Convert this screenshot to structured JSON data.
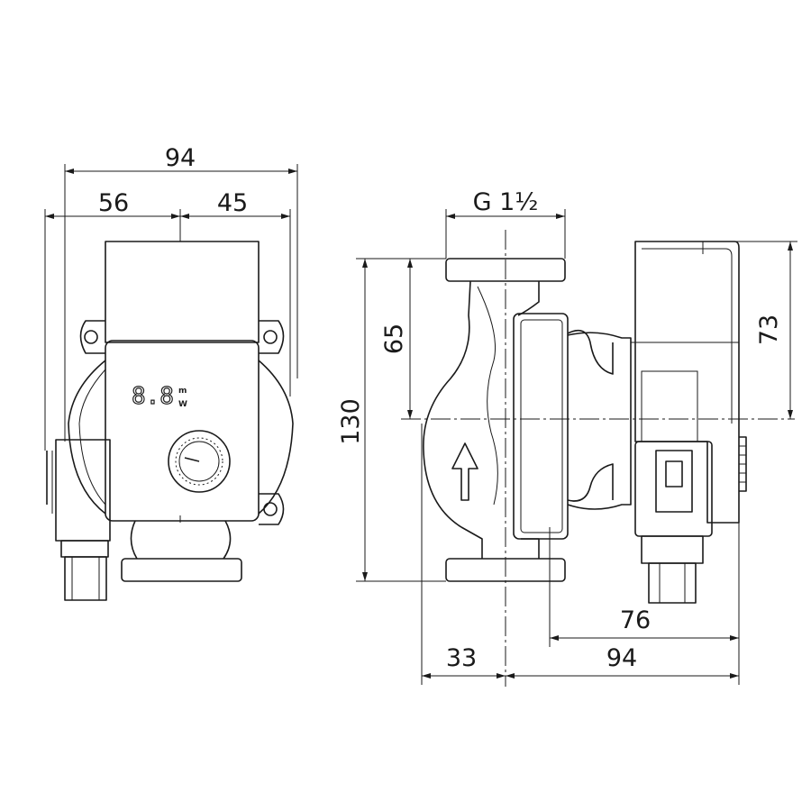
{
  "title": "Pump dimension drawing",
  "front_view": {
    "overall_width": "94",
    "left_width": "56",
    "right_width": "45",
    "display_value": "8.8",
    "display_unit_top": "m",
    "display_unit_bottom": "W"
  },
  "side_view": {
    "connection_thread": "G 1½",
    "height_total": "130",
    "height_to_axis": "65",
    "motor_height_above_axis": "73",
    "motor_depth": "76",
    "depth_from_axis": "94",
    "housing_half_width": "33"
  }
}
